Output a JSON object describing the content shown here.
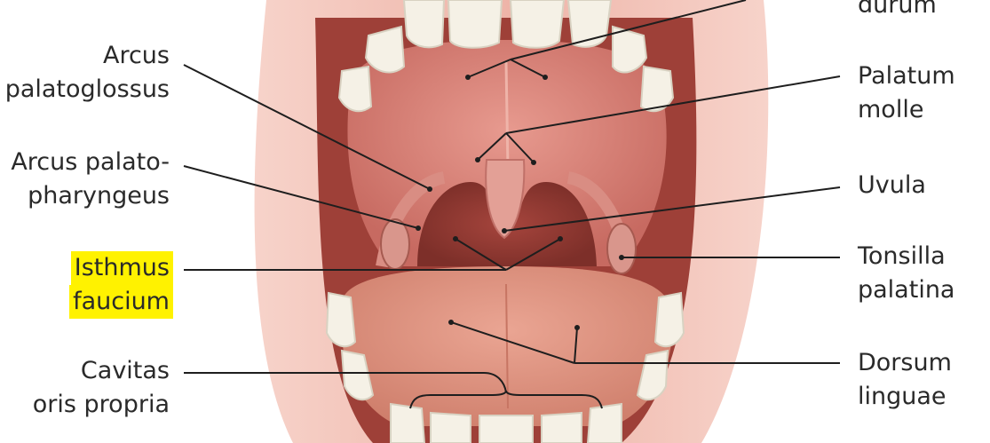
{
  "colors": {
    "highlight": "#fff200",
    "leader_line": "#1e1e1e",
    "label_text": "#2a2a2a",
    "lip": "#f0bcb2",
    "palate": "#d8837a",
    "pharynx": "#b9584f",
    "tongue": "#e39a88",
    "teeth": "#f5f1e6"
  },
  "labels": {
    "palatum_durum": [
      "durum"
    ],
    "arcus_palatoglossus": [
      "Arcus",
      "palatoglossus"
    ],
    "palatum_molle": [
      "Palatum",
      "molle"
    ],
    "arcus_palatopharyngeus": [
      "Arcus palato-",
      "pharyngeus"
    ],
    "uvula": [
      "Uvula"
    ],
    "isthmus_faucium": [
      "Isthmus",
      "faucium"
    ],
    "tonsilla_palatina": [
      "Tonsilla",
      "palatina"
    ],
    "cavitas_oris_propria": [
      "Cavitas",
      "oris propria"
    ],
    "dorsum_linguae": [
      "Dorsum",
      "linguae"
    ]
  },
  "highlighted_label": "isthmus_faucium"
}
